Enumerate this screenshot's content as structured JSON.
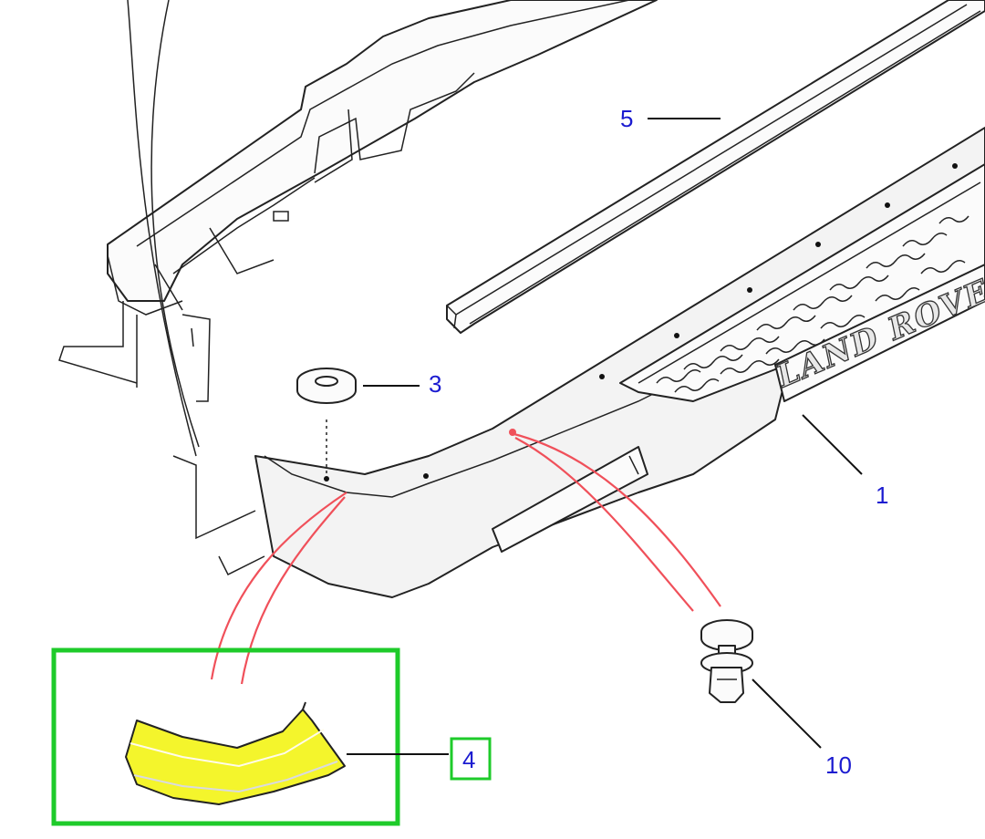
{
  "diagram": {
    "callouts": [
      {
        "id": "c1",
        "label": "1"
      },
      {
        "id": "c3",
        "label": "3"
      },
      {
        "id": "c4",
        "label": "4"
      },
      {
        "id": "c5",
        "label": "5"
      },
      {
        "id": "c10",
        "label": "10"
      }
    ],
    "emblem_text": "LAND ROVER",
    "highlighted_part": "4",
    "colors": {
      "callout_text": "#1b1bd0",
      "highlight_box": "#1ecb2a",
      "highlight_fill": "#f4f52c",
      "guide_lines": "#f0505a"
    }
  }
}
